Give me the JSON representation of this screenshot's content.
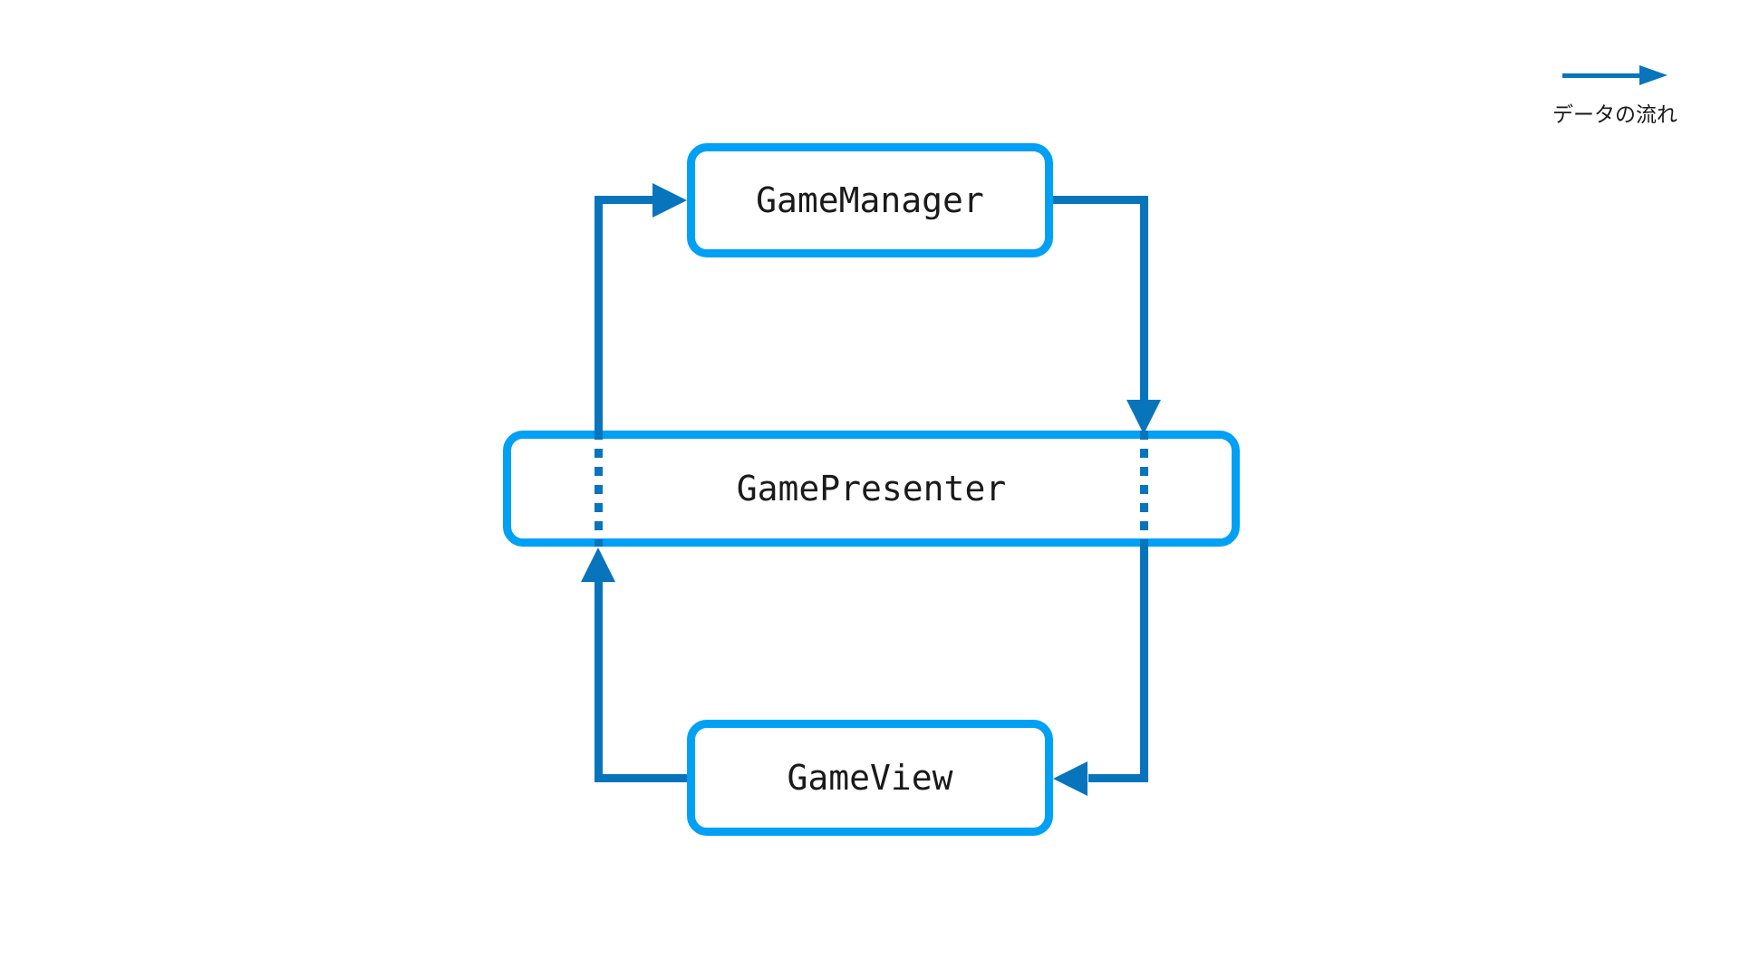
{
  "nodes": {
    "manager": {
      "label": "GameManager"
    },
    "presenter": {
      "label": "GamePresenter"
    },
    "view": {
      "label": "GameView"
    }
  },
  "connections": [
    {
      "from": "GameManager",
      "to": "GamePresenter",
      "side": "right",
      "direction": "down"
    },
    {
      "from": "GamePresenter",
      "to": "GameView",
      "side": "right",
      "direction": "down",
      "passthrough_dashed": true
    },
    {
      "from": "GameView",
      "to": "GamePresenter",
      "side": "left",
      "direction": "up"
    },
    {
      "from": "GamePresenter",
      "to": "GameManager",
      "side": "left",
      "direction": "up",
      "passthrough_dashed": true
    }
  ],
  "legend": {
    "label": "データの流れ"
  },
  "colors": {
    "box-border": "#00A0F5",
    "flow": "#0874BC",
    "text": "#1A1A1A",
    "background": "#FFFFFF"
  }
}
